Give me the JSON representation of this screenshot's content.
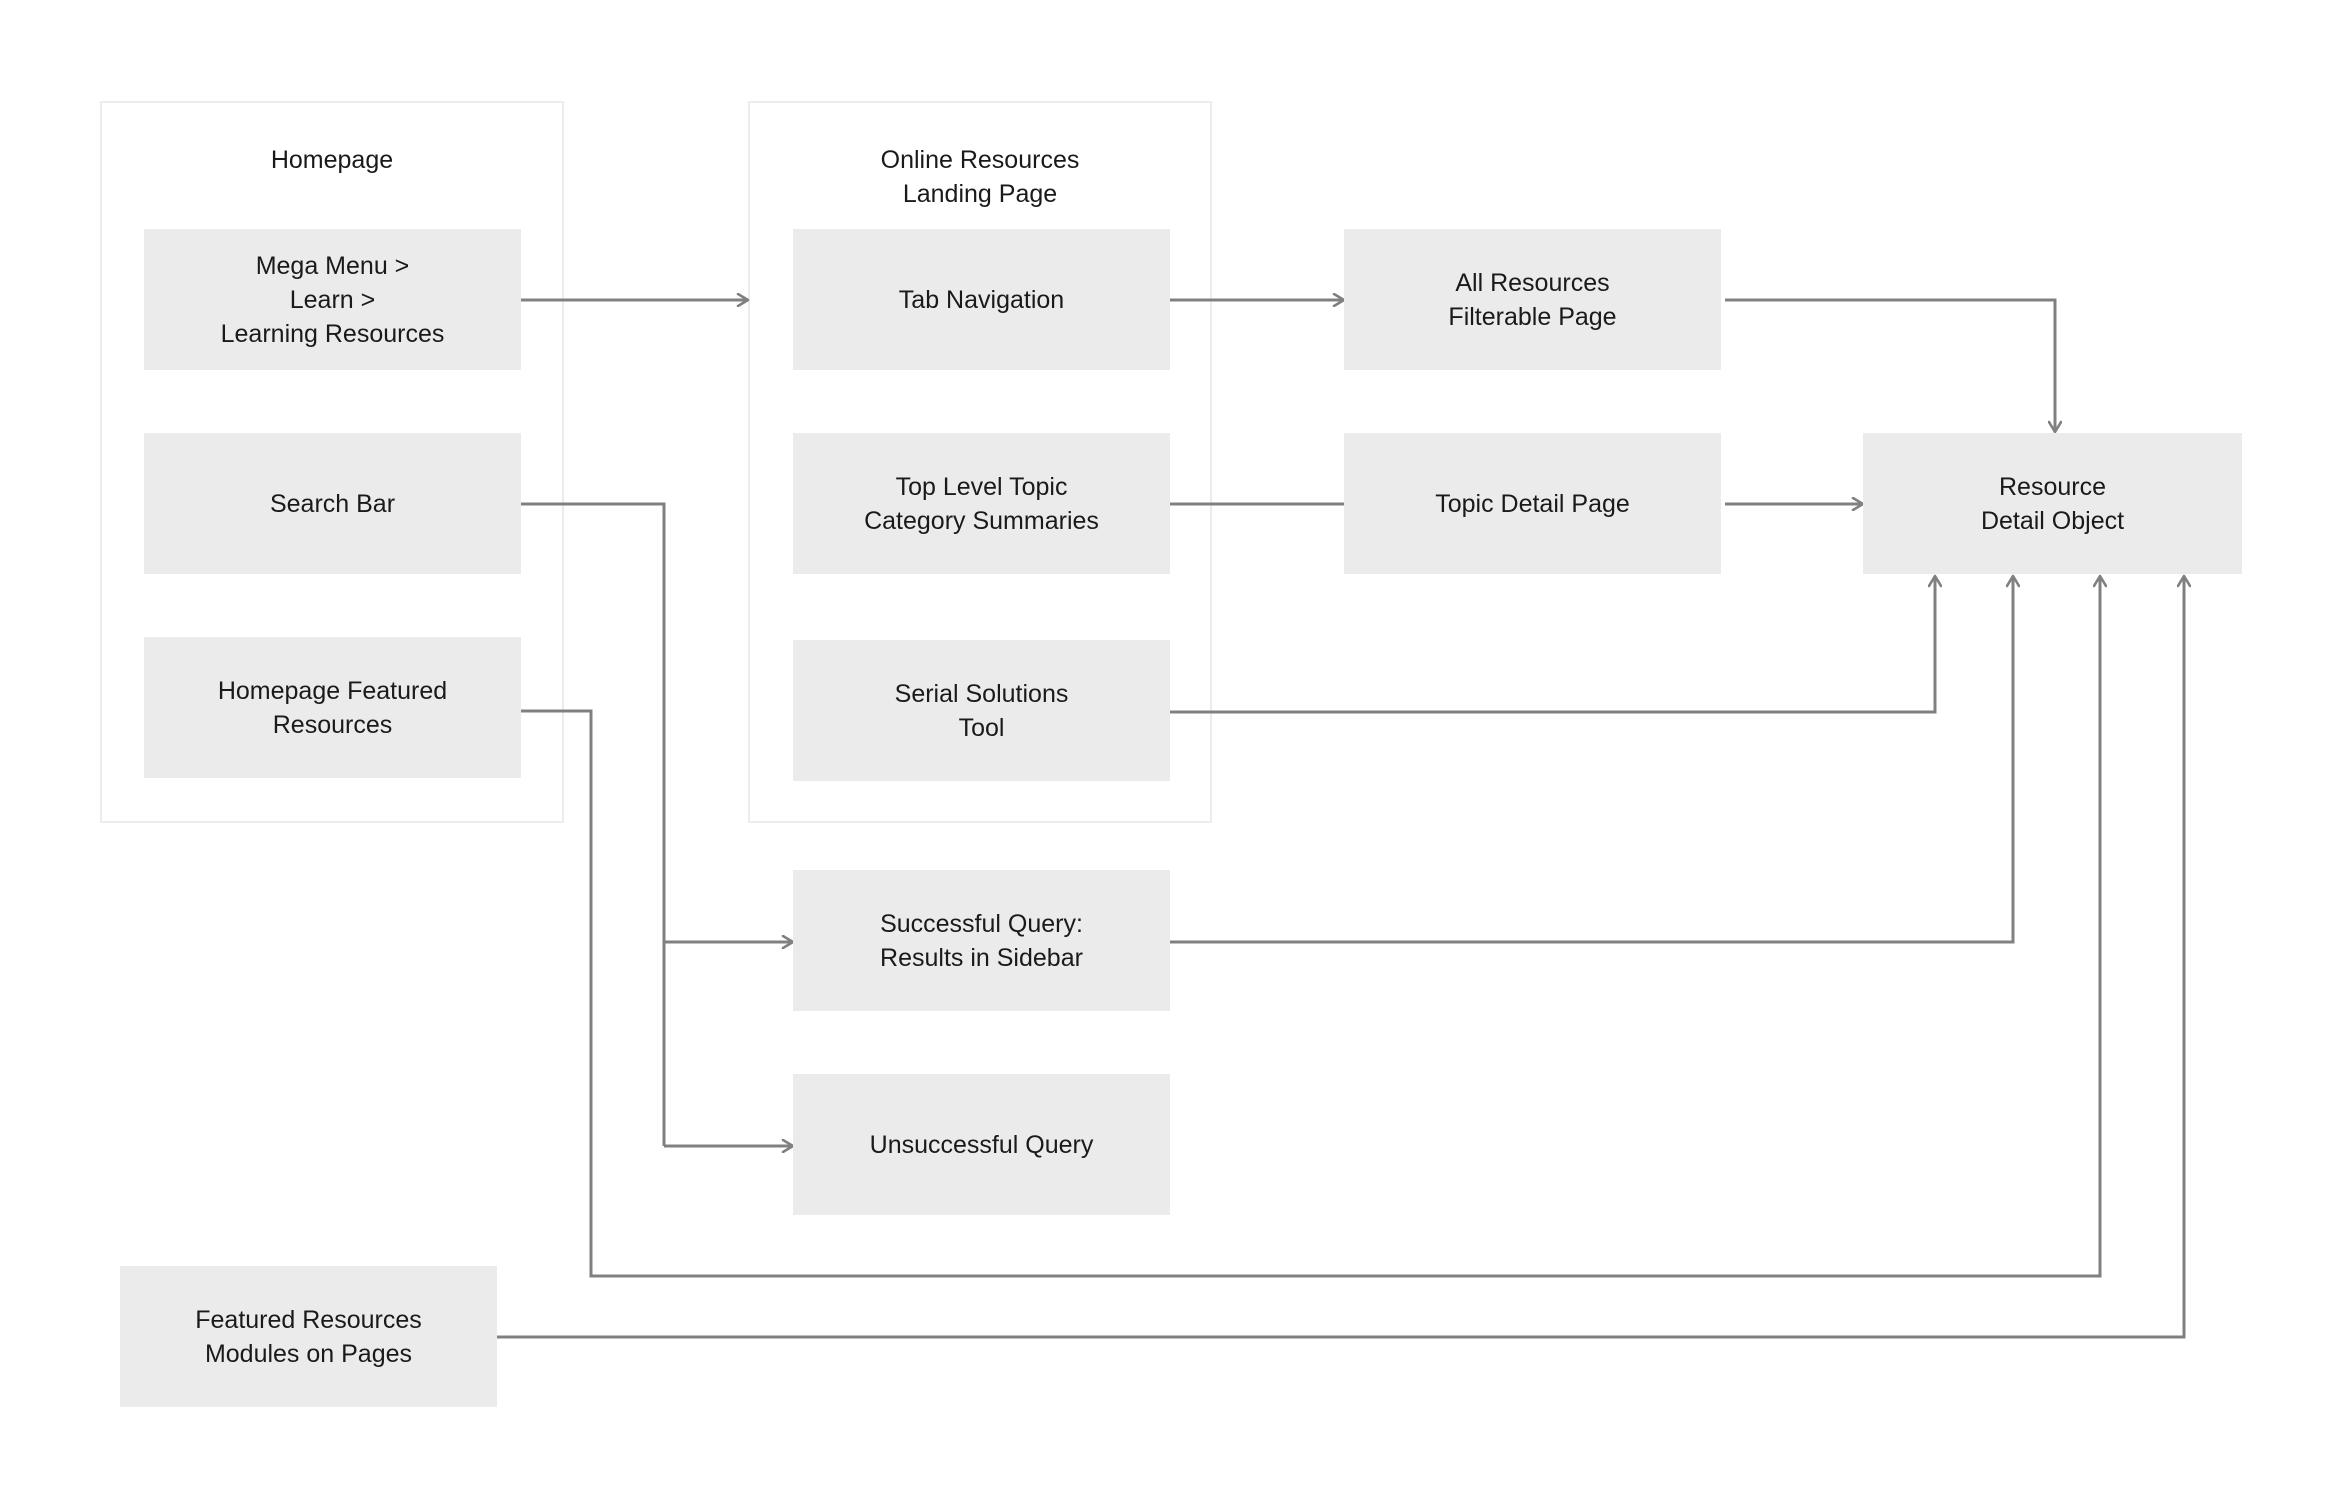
{
  "groups": {
    "homepage": {
      "title": "Homepage"
    },
    "landing": {
      "title": "Online Resources\nLanding Page"
    }
  },
  "nodes": {
    "mega_menu": "Mega Menu >\nLearn >\nLearning Resources",
    "search_bar": "Search Bar",
    "homepage_featured": "Homepage Featured\nResources",
    "tab_navigation": "Tab Navigation",
    "top_level_topic": "Top Level Topic\nCategory Summaries",
    "serial_solutions": "Serial Solutions\nTool",
    "all_resources": "All Resources\nFilterable Page",
    "topic_detail": "Topic Detail Page",
    "resource_detail": "Resource\nDetail Object",
    "successful_query": "Successful Query:\nResults in Sidebar",
    "unsuccessful_query": "Unsuccessful Query",
    "featured_modules": "Featured Resources\nModules on Pages"
  },
  "connections": [
    {
      "from": "mega_menu",
      "to": "tab_navigation"
    },
    {
      "from": "tab_navigation",
      "to": "all_resources"
    },
    {
      "from": "all_resources",
      "to": "resource_detail"
    },
    {
      "from": "top_level_topic",
      "to": "topic_detail"
    },
    {
      "from": "topic_detail",
      "to": "resource_detail"
    },
    {
      "from": "serial_solutions",
      "to": "resource_detail"
    },
    {
      "from": "search_bar",
      "to": "successful_query"
    },
    {
      "from": "search_bar",
      "to": "unsuccessful_query"
    },
    {
      "from": "successful_query",
      "to": "resource_detail"
    },
    {
      "from": "homepage_featured",
      "to": "resource_detail"
    },
    {
      "from": "featured_modules",
      "to": "resource_detail"
    }
  ],
  "colors": {
    "node_fill": "#ebebeb",
    "group_border": "#ececec",
    "connector": "#808080"
  }
}
